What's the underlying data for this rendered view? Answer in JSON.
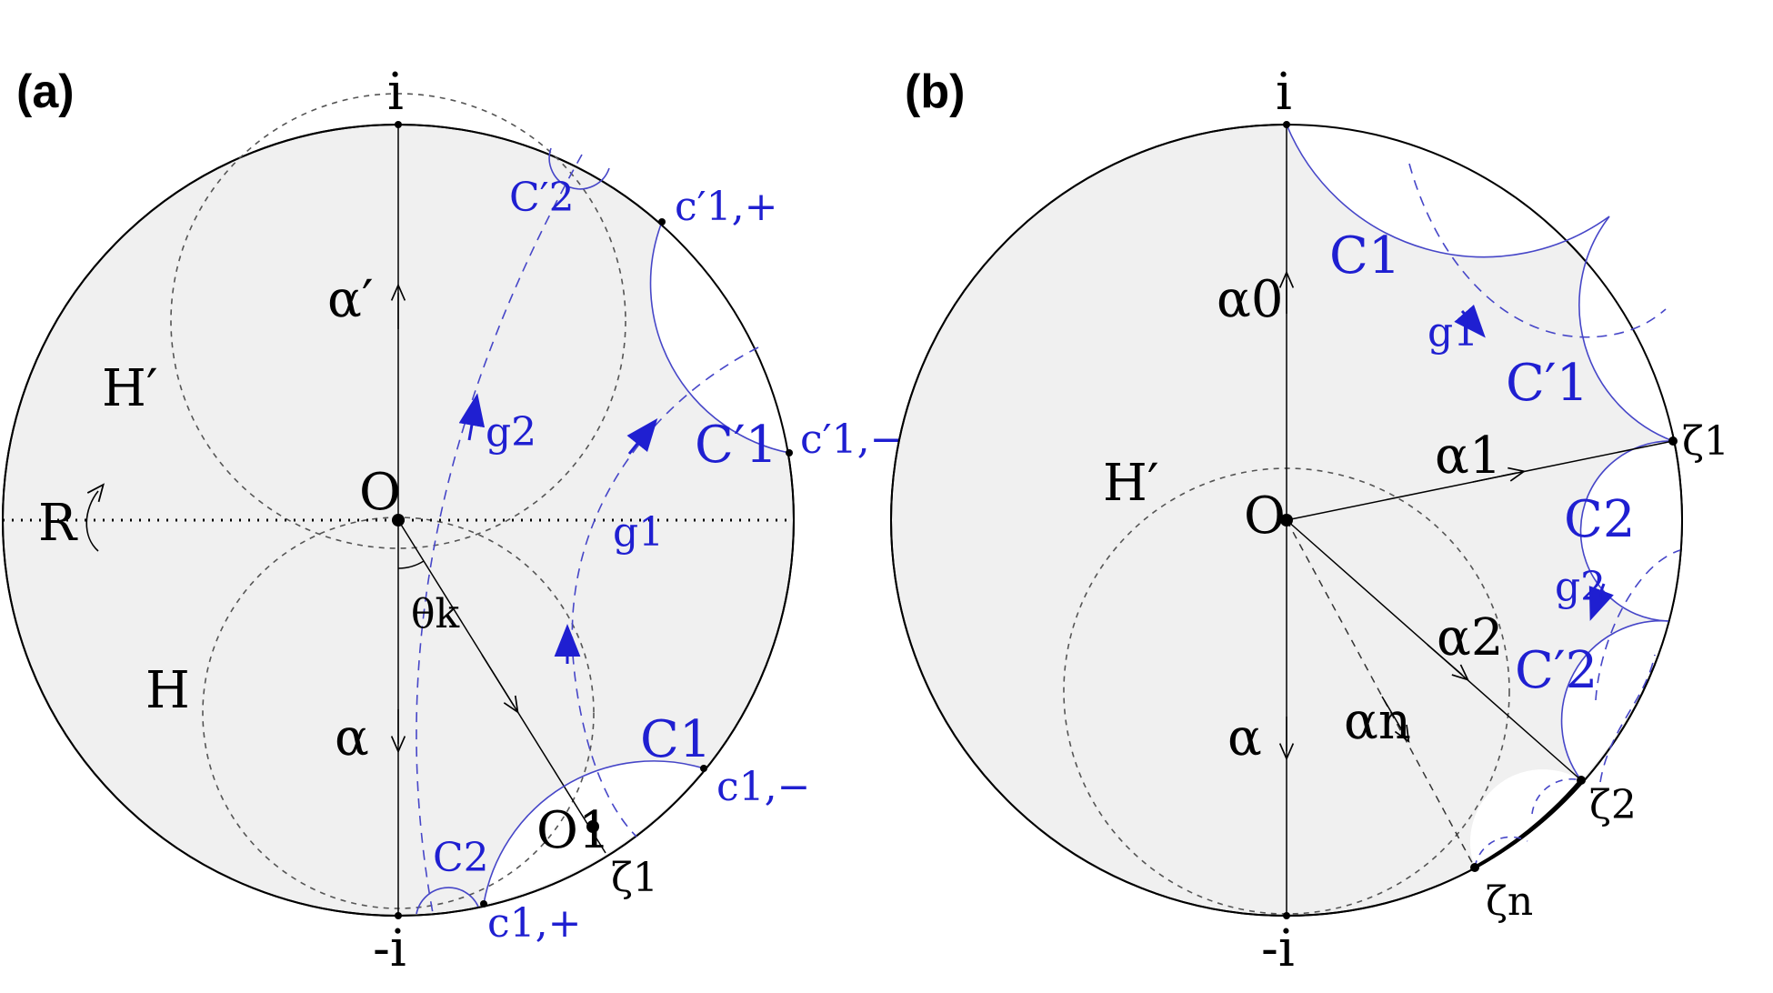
{
  "panels": [
    {
      "tag": "(a)",
      "labels": {
        "top_i": "i",
        "bottom_i": "-i",
        "alpha_prime": "α′",
        "alpha": "α",
        "H_prime": "H′",
        "H": "H",
        "O": "O",
        "R": "R",
        "theta_k": "θk",
        "g2": "g2",
        "g1": "g1",
        "C2_prime": "C′2",
        "C1_prime": "C′1",
        "c1p_plus": "c′1,+",
        "c1p_minus": "c′1,−",
        "C1": "C1",
        "C2": "C2",
        "c1_minus": "c1,−",
        "c1_plus": "c1,+",
        "O1": "O1",
        "zeta1": "ζ1"
      }
    },
    {
      "tag": "(b)",
      "labels": {
        "top_i": "i",
        "bottom_i": "-i",
        "alpha0": "α0",
        "alpha": "α",
        "alpha1": "α1",
        "alpha2": "α2",
        "alphan": "αn",
        "H_prime": "H′",
        "O": "O",
        "C1": "C1",
        "C1_prime": "C′1",
        "C2": "C2",
        "C2_prime": "C′2",
        "g1": "g1",
        "g2": "g2",
        "zeta1": "ζ1",
        "zeta2": "ζ2",
        "zetan": "ζn"
      }
    }
  ],
  "colors": {
    "disk_fill": "#f0f0f0",
    "stroke": "#000000",
    "blue": "#1f1fd1"
  }
}
